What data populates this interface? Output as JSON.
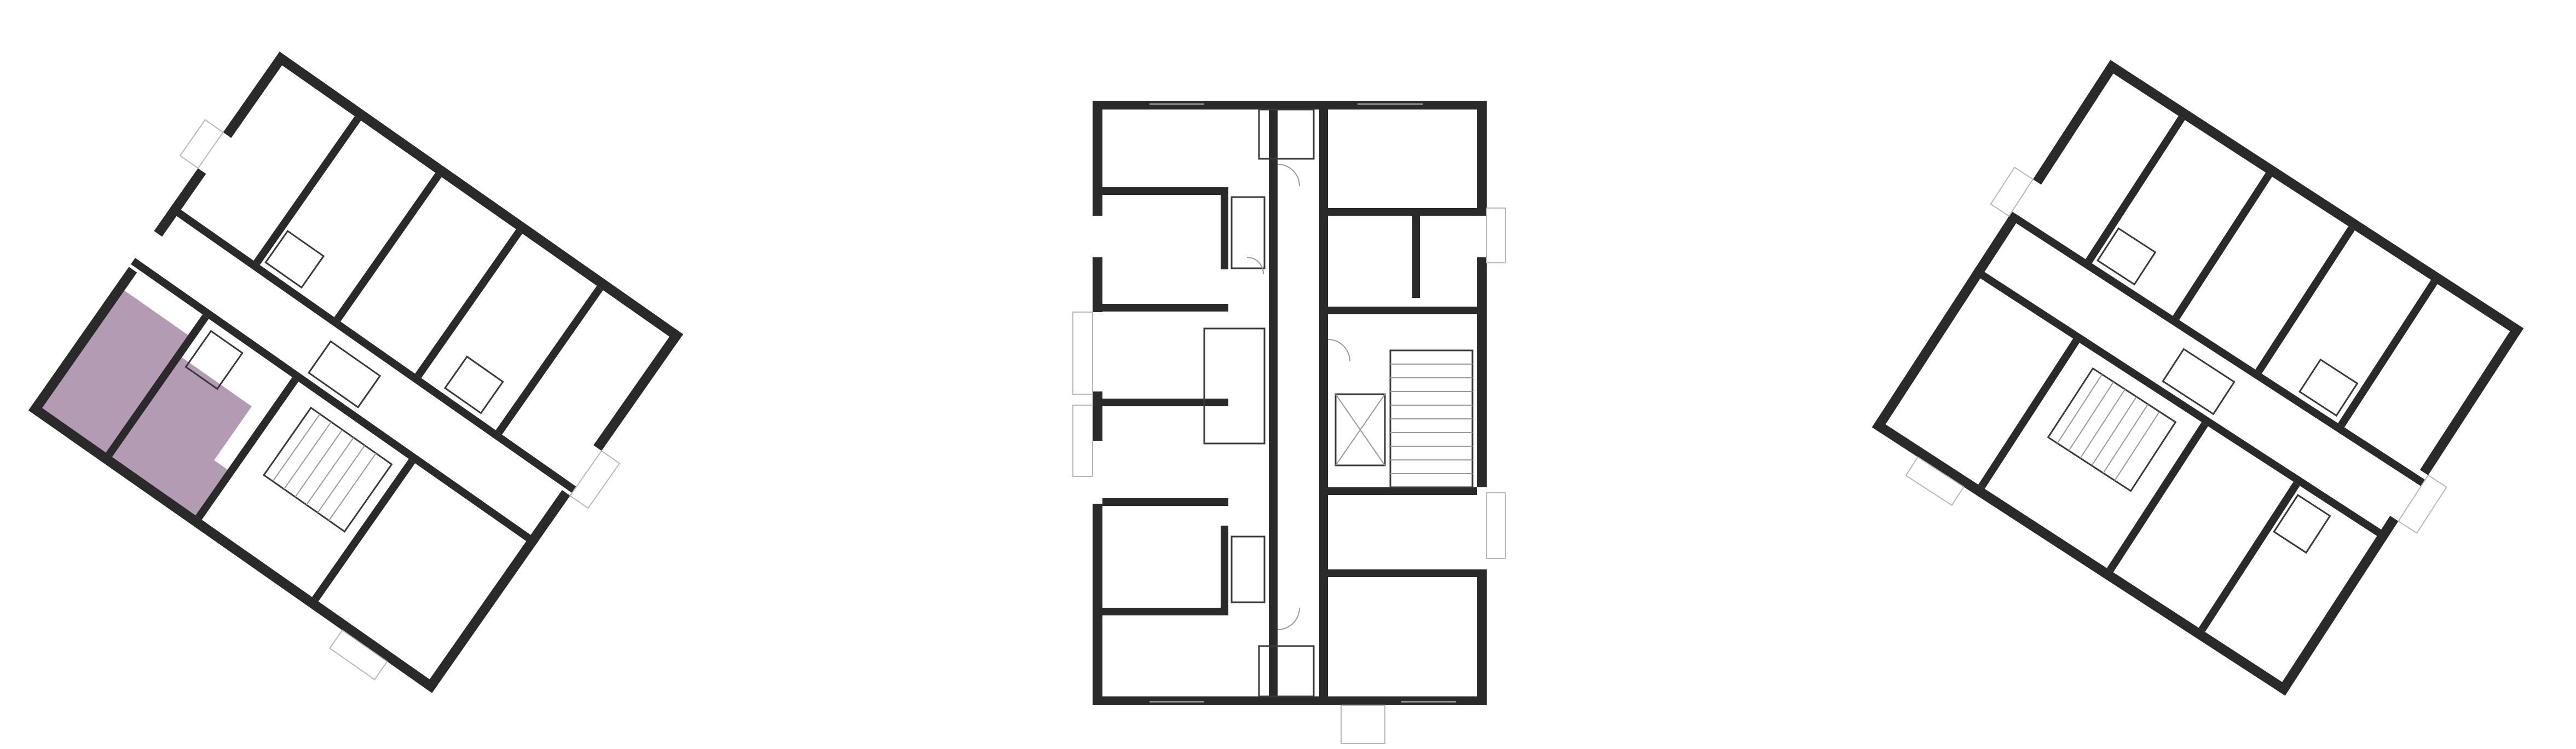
{
  "floor_plans": [
    {
      "id": "left",
      "labels": []
    },
    {
      "id": "center",
      "labels": []
    },
    {
      "id": "right",
      "labels": []
    }
  ],
  "colors": {
    "background": "#ffffff",
    "wall": "#2a2a2a",
    "selected_apartment": "#a48aa6",
    "window": "#b8b8b8"
  }
}
